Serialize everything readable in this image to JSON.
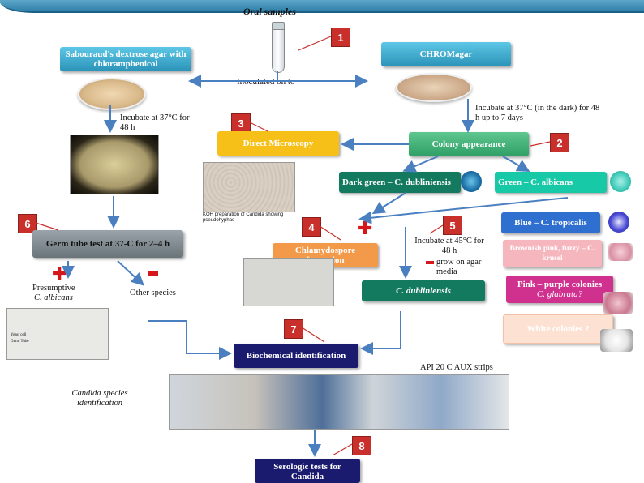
{
  "title": "Oral samples",
  "inoculated": "Inoculated on to",
  "boxes": {
    "sabouraud": "Sabouraud's dextrose agar with chloramphenicol",
    "chromagar": "CHROMagar",
    "direct_microscopy": "Direct Microscopy",
    "colony_appearance": "Colony appearance",
    "dark_green": "Dark green – C. dubliniensis",
    "green": "Green – C. albicans",
    "blue": "Blue – C. tropicalis",
    "brownish_pink": "Brownish pink, fuzzy – C. krusei",
    "pink_purple_line1": "Pink – purple colonies",
    "pink_purple_line2": "C. glabrata?",
    "white": "White colonies ?",
    "germ_tube": "Germ tube test at 37-C for 2–4 h",
    "chlamydospore": "Chlamydospore formation",
    "c_dubliniensis": "C. dubliniensis",
    "biochemical": "Biochemical identification",
    "serologic": "Serologic tests for Candida"
  },
  "labels": {
    "incubate_sab": "Incubate at 37°C for 48 h",
    "incubate_chrom": "Incubate at 37°C (in the dark) for 48 h up to 7 days",
    "koh_caption": "KOH preparation of Candida showing pseudohyphae",
    "incubate_45": "Incubate at 45°C for 48 h",
    "grow": "grow on agar media",
    "presumptive": "Presumptive",
    "presumptive_species": "C. albicans",
    "other_species": "Other species",
    "yeast_cell": "Yeast cell",
    "germ_tube_caption": "Germ Tube",
    "api": "API 20 C AUX strips",
    "candida_species": "Candida species identification"
  },
  "numbers": [
    "1",
    "2",
    "3",
    "4",
    "5",
    "6",
    "7",
    "8"
  ],
  "colors": {
    "teal": "#2a93b8",
    "yellow": "#f6c019",
    "green": "#2e9f66",
    "navy": "#1a1a6e",
    "marker_red": "#c9302c",
    "arrow_blue": "#4a7fc0"
  },
  "icons": [
    "test-tube-icon",
    "petri-dish-icon",
    "plus-icon",
    "minus-icon"
  ]
}
